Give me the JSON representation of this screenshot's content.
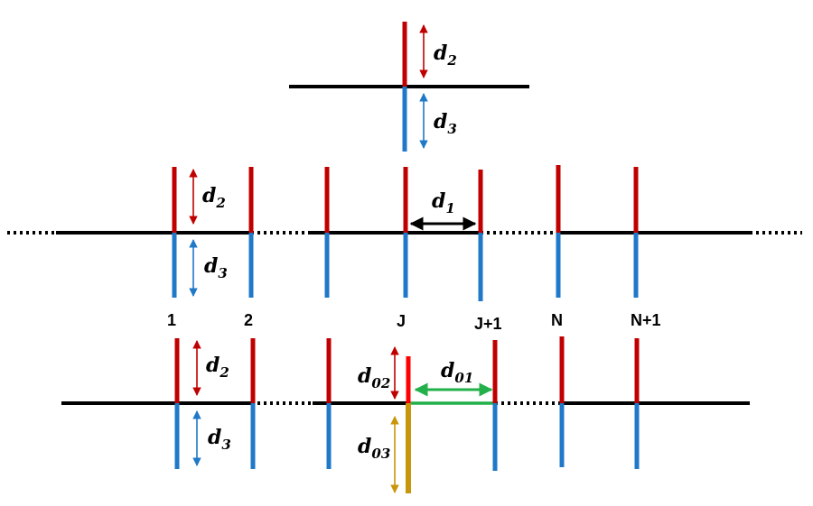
{
  "colors": {
    "red": "#c00000",
    "blue": "#1f78c8",
    "black": "#000000",
    "green": "#22b04a",
    "gold": "#c8960a",
    "bright_red": "#ff0000"
  },
  "symbols": {
    "d": "d",
    "sub_1": "1",
    "sub_2": "2",
    "sub_3": "3",
    "sub_01": "01",
    "sub_02": "02",
    "sub_03": "03"
  },
  "site_labels": {
    "one": "1",
    "two": "2",
    "j": "J",
    "j_plus_1": "J+1",
    "n": "N",
    "n_plus_1": "N+1"
  }
}
